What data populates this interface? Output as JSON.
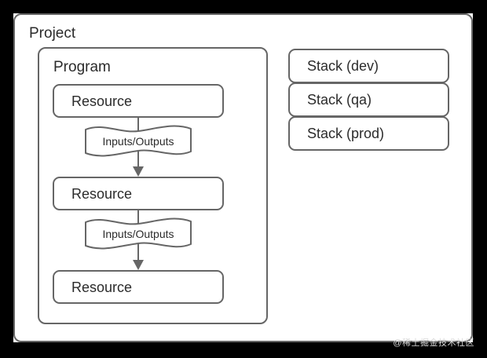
{
  "diagram": {
    "type": "nested-block-diagram",
    "colors": {
      "border": "#666666",
      "text": "#2b2b2b",
      "background": "#ffffff",
      "frame": "#000000",
      "watermark": "#d8d8d8"
    },
    "groups": [
      {
        "id": "project",
        "title": "Project"
      },
      {
        "id": "program",
        "title": "Program"
      }
    ],
    "resources": [
      {
        "id": "resource-1",
        "label": "Resource"
      },
      {
        "id": "resource-2",
        "label": "Resource"
      },
      {
        "id": "resource-3",
        "label": "Resource"
      }
    ],
    "connectors": [
      {
        "id": "connector-1",
        "label": "Inputs/Outputs",
        "from": "resource-1",
        "to": "resource-2",
        "shape": "wave",
        "arrow": "down"
      },
      {
        "id": "connector-2",
        "label": "Inputs/Outputs",
        "from": "resource-2",
        "to": "resource-3",
        "shape": "wave",
        "arrow": "down"
      }
    ],
    "stacks": [
      {
        "id": "stack-dev",
        "label": "Stack (dev)"
      },
      {
        "id": "stack-qa",
        "label": "Stack (qa)"
      },
      {
        "id": "stack-prod",
        "label": "Stack (prod)"
      }
    ],
    "watermark": "@稀土掘金技术社区"
  }
}
